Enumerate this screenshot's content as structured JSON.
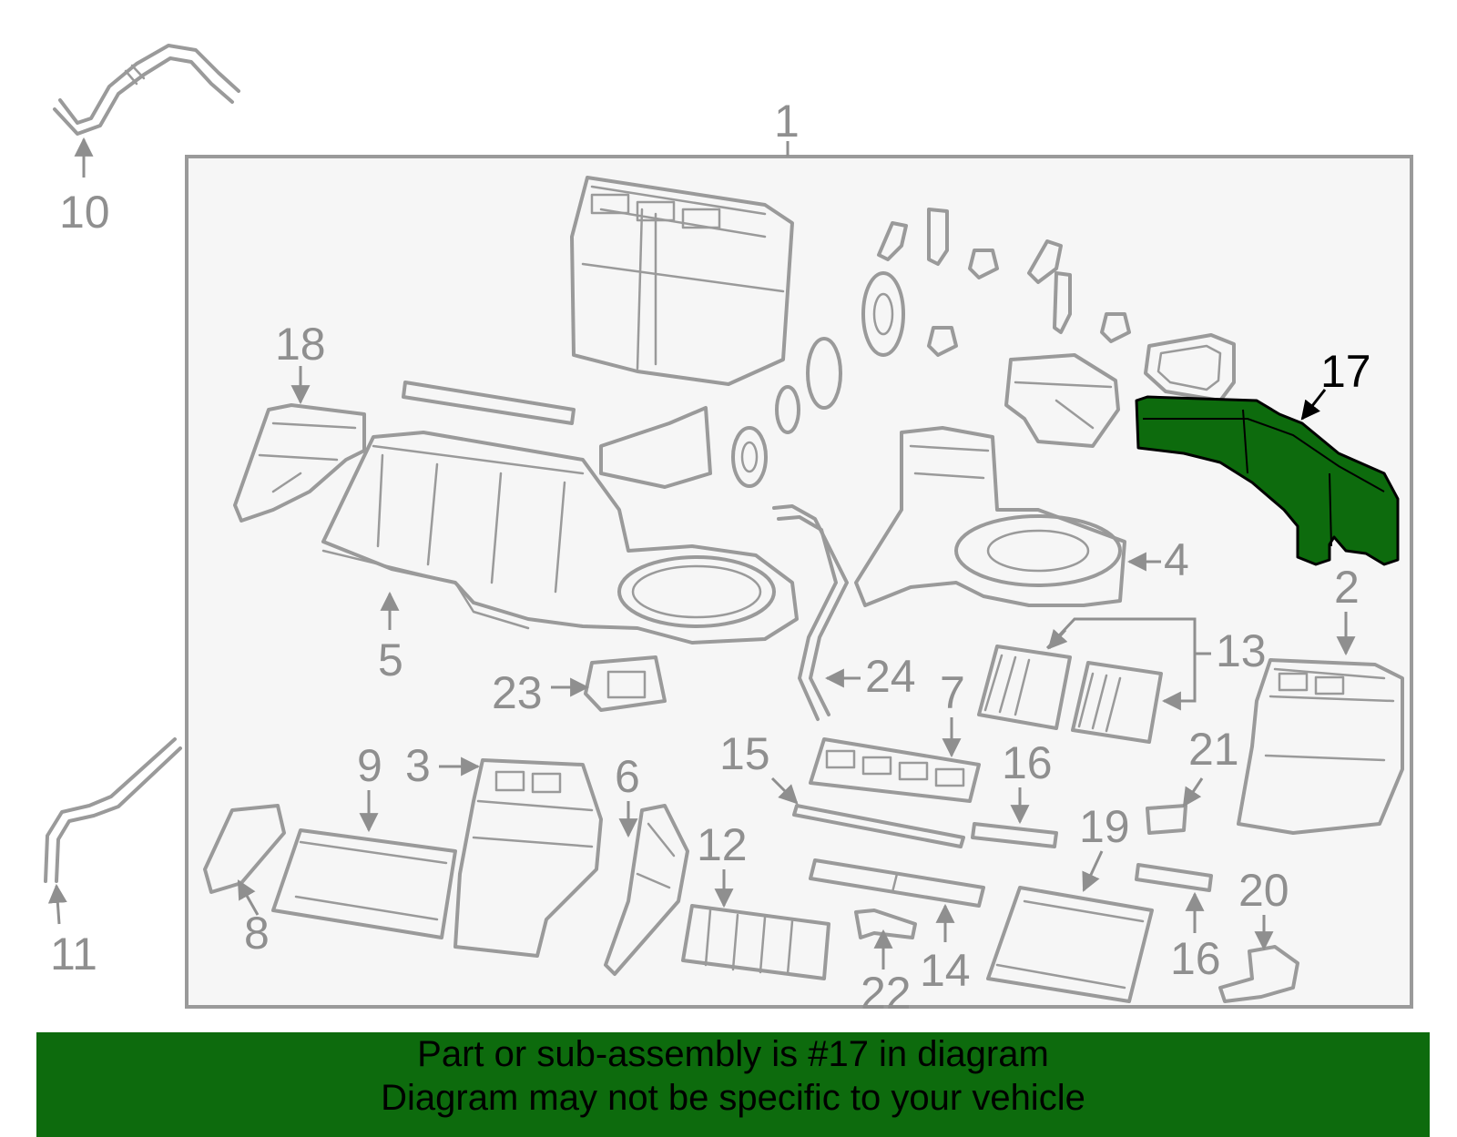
{
  "highlight_color": "#0d6b0d",
  "banner": {
    "line1": "Part or sub-assembly is #17 in diagram",
    "line2": "Diagram may not be specific to your vehicle"
  },
  "callouts": {
    "c1": "1",
    "c2": "2",
    "c3": "3",
    "c4": "4",
    "c5": "5",
    "c6": "6",
    "c7": "7",
    "c8": "8",
    "c9": "9",
    "c10": "10",
    "c11": "11",
    "c12": "12",
    "c13": "13",
    "c14": "14",
    "c15": "15",
    "c16a": "16",
    "c16b": "16",
    "c17": "17",
    "c18": "18",
    "c19": "19",
    "c20": "20",
    "c21": "21",
    "c22": "22",
    "c23": "23",
    "c24": "24"
  }
}
